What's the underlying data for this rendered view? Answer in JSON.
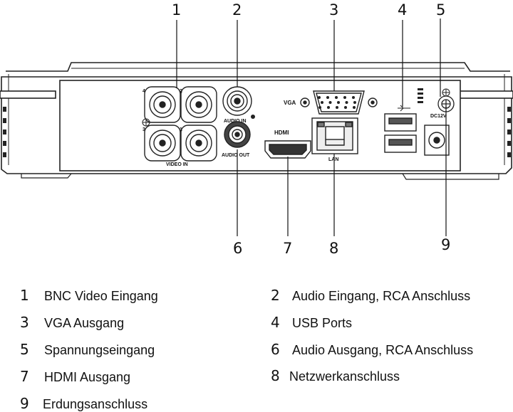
{
  "callouts": {
    "top": [
      "1",
      "2",
      "3",
      "4",
      "5"
    ],
    "bottom": [
      "6",
      "7",
      "8",
      "9"
    ]
  },
  "panel_labels": {
    "bnc_4": "4",
    "bnc_2": "2",
    "bnc_3": "3",
    "bnc_1": "1",
    "video_in": "VIDEO IN",
    "audio_in": "AUDIO IN",
    "audio_out": "AUDIO OUT",
    "vga": "VGA",
    "hdmi": "HDMI",
    "lan": "LAN",
    "dc": "DC12V"
  },
  "legend": [
    {
      "num": "1",
      "text": "BNC Video Eingang"
    },
    {
      "num": "2",
      "text": "Audio Eingang, RCA Anschluss"
    },
    {
      "num": "3",
      "text": "VGA Ausgang"
    },
    {
      "num": "4",
      "text": "USB Ports"
    },
    {
      "num": "5",
      "text": "Spannungseingang"
    },
    {
      "num": "6",
      "text": "Audio Ausgang, RCA Anschluss"
    },
    {
      "num": "7",
      "text": "HDMI Ausgang"
    },
    {
      "num": "8",
      "text": "Netzwerkanschluss"
    },
    {
      "num": "9",
      "text": "Erdungsanschluss"
    }
  ]
}
